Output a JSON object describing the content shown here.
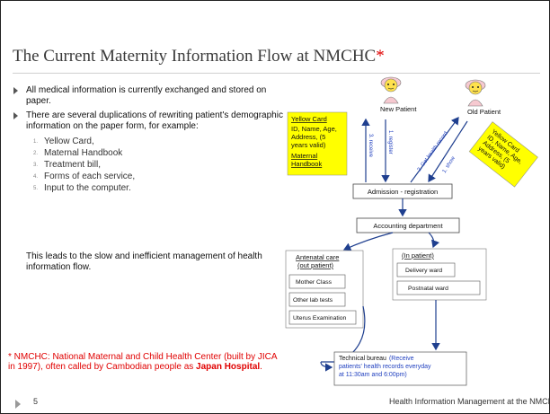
{
  "slide": {
    "title": "The Current Maternity Information Flow at NMCHC",
    "title_star": "*",
    "bullets": [
      "All medical information is currently exchanged and stored on paper.",
      "There are several duplications of rewriting patient's demographic information on the paper form, for example:"
    ],
    "sub_items": [
      {
        "num": "1.",
        "label": "Yellow Card,"
      },
      {
        "num": "2.",
        "label": "Maternal Handbook"
      },
      {
        "num": "3.",
        "label": "Treatment bill,"
      },
      {
        "num": "4.",
        "label": "Forms of each service,"
      },
      {
        "num": "5.",
        "label": "Input to the computer."
      }
    ],
    "conclusion": "This leads to the slow and inefficient management of health information flow.",
    "note_prefix": "* NMCHC: National Maternal and Child Health Center (built by JICA in 1997), often called by Cambodian people as ",
    "note_emphasis": "Japan Hospital",
    "note_suffix": ".",
    "page_number": "5",
    "footer": "Health Information Management at the NMCHC"
  },
  "diagram": {
    "new_patient": "New Patient",
    "old_patient": "Old Patient",
    "yellow_card_title": "Yellow Card",
    "yellow_card_lines": [
      "ID, Name, Age,",
      "Address, (5",
      "years valid)"
    ],
    "maternal_handbook_lines": [
      "Maternal",
      "Handbook"
    ],
    "old_card_lines": [
      "Yellow Card",
      "ID, Name, Age,",
      "Address, (5",
      "years valid)"
    ],
    "arrow_receive": "3. receive",
    "arrow_register": "1. register",
    "arrow_get_record": "2. Get health record",
    "arrow_show": "1. show",
    "admission": "Admission - registration",
    "accounting": "Accounting department",
    "antenatal_lines": [
      "Antenatal care",
      "(out patient)"
    ],
    "mother_class": "Mother Class",
    "other_lab": "Other lab tests",
    "uterus": "Uterus Examination",
    "inpatient": "(In patient)",
    "delivery": "Delivery ward",
    "postnatal": "Postnatal ward",
    "technical_title": "Technical bureau",
    "technical_rest": [
      "(Receive",
      "patients' health records everyday",
      "at 11:30am and 6:00pm)"
    ],
    "colors": {
      "yellow": "#ffff00",
      "blue_text": "#1f3fbf",
      "arrow": "#1f3f8f",
      "skin": "#f4b8c0"
    }
  }
}
